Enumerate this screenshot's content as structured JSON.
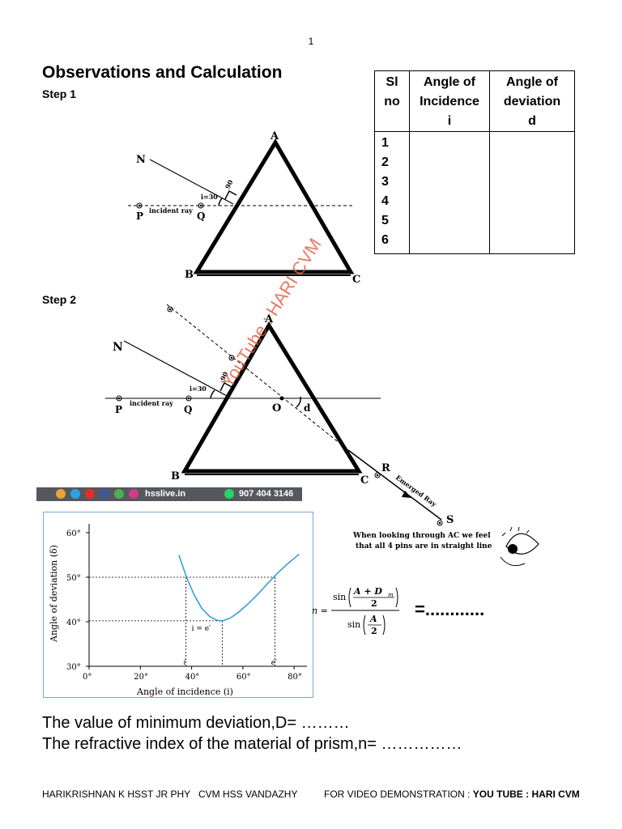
{
  "page_number": "1",
  "title": "Observations and Calculation",
  "step1_label": "Step 1",
  "step2_label": "Step 2",
  "table": {
    "headers": [
      [
        "Sl",
        "no"
      ],
      [
        "Angle of",
        "Incidence",
        "i"
      ],
      [
        "Angle of",
        "deviation",
        "d"
      ]
    ],
    "serial_numbers": [
      "1",
      "2",
      "3",
      "4",
      "5",
      "6"
    ]
  },
  "diagram1": {
    "vertex_a": "A",
    "vertex_b": "B",
    "vertex_c": "C",
    "normal_label": "N",
    "angle_90": "90",
    "angle_i": "i=30",
    "pin_p": "P",
    "pin_q": "Q",
    "incident_ray": "incident ray"
  },
  "diagram2": {
    "vertex_a": "A",
    "vertex_b": "B",
    "vertex_c": "C",
    "normal_label": "N",
    "angle_90": "90",
    "angle_i": "i=30",
    "pin_p": "P",
    "pin_q": "Q",
    "incident_ray": "incident ray",
    "point_o": "O",
    "angle_d": "d",
    "pin_r": "R",
    "pin_s": "S",
    "emerged_ray": "Emerged Ray",
    "note_line1": "When looking through AC we feel",
    "note_line2": "that all 4 pins are in straight line"
  },
  "watermark": "YouTube : HARI CVM",
  "banner": {
    "site": "hsslive.in",
    "phone": "907 404 3146"
  },
  "graph": {
    "ylabel": "Angle of deviation (δ)",
    "xlabel": "Angle of incidence  (i)",
    "y_ticks": [
      "60°",
      "50°",
      "40°",
      "30°"
    ],
    "x_ticks": [
      "0°",
      "20°",
      "40°",
      "60°",
      "80°"
    ],
    "min_label": "i = e′",
    "i_label": "i",
    "e_label": "e′",
    "curve_color": "#2a9bd6"
  },
  "chart_data": {
    "type": "line",
    "xlabel": "Angle of incidence  (i)",
    "ylabel": "Angle of deviation (δ)",
    "xlim": [
      0,
      85
    ],
    "ylim": [
      30,
      62
    ],
    "series": [
      {
        "x": [
          35,
          38,
          41,
          44,
          47,
          50,
          52,
          55,
          58,
          62,
          66,
          70,
          74,
          78,
          82
        ],
        "y": [
          55,
          50,
          46,
          43,
          41.2,
          40.3,
          40.2,
          40.8,
          42,
          44,
          46.3,
          48.8,
          51.2,
          53.3,
          55.2
        ]
      }
    ],
    "grid": false
  },
  "formula": {
    "n_label": "n =",
    "numerator": "sin",
    "num_top": "A + D",
    "num_sub": "m",
    "num_bottom": "2",
    "denominator": "sin",
    "den_top": "A",
    "den_bottom": "2",
    "result": "=............"
  },
  "min_deviation": "The value of minimum deviation,D= ………",
  "refractive_index": "The refractive index of the material of prism,n= ……………",
  "footer": {
    "author": "HARIKRISHNAN K HSST JR PHY",
    "school": "CVM HSS VANDAZHY",
    "video_prefix": "FOR VIDEO DEMONSTRATION : ",
    "video_bold": "YOU TUBE : HARI CVM"
  }
}
